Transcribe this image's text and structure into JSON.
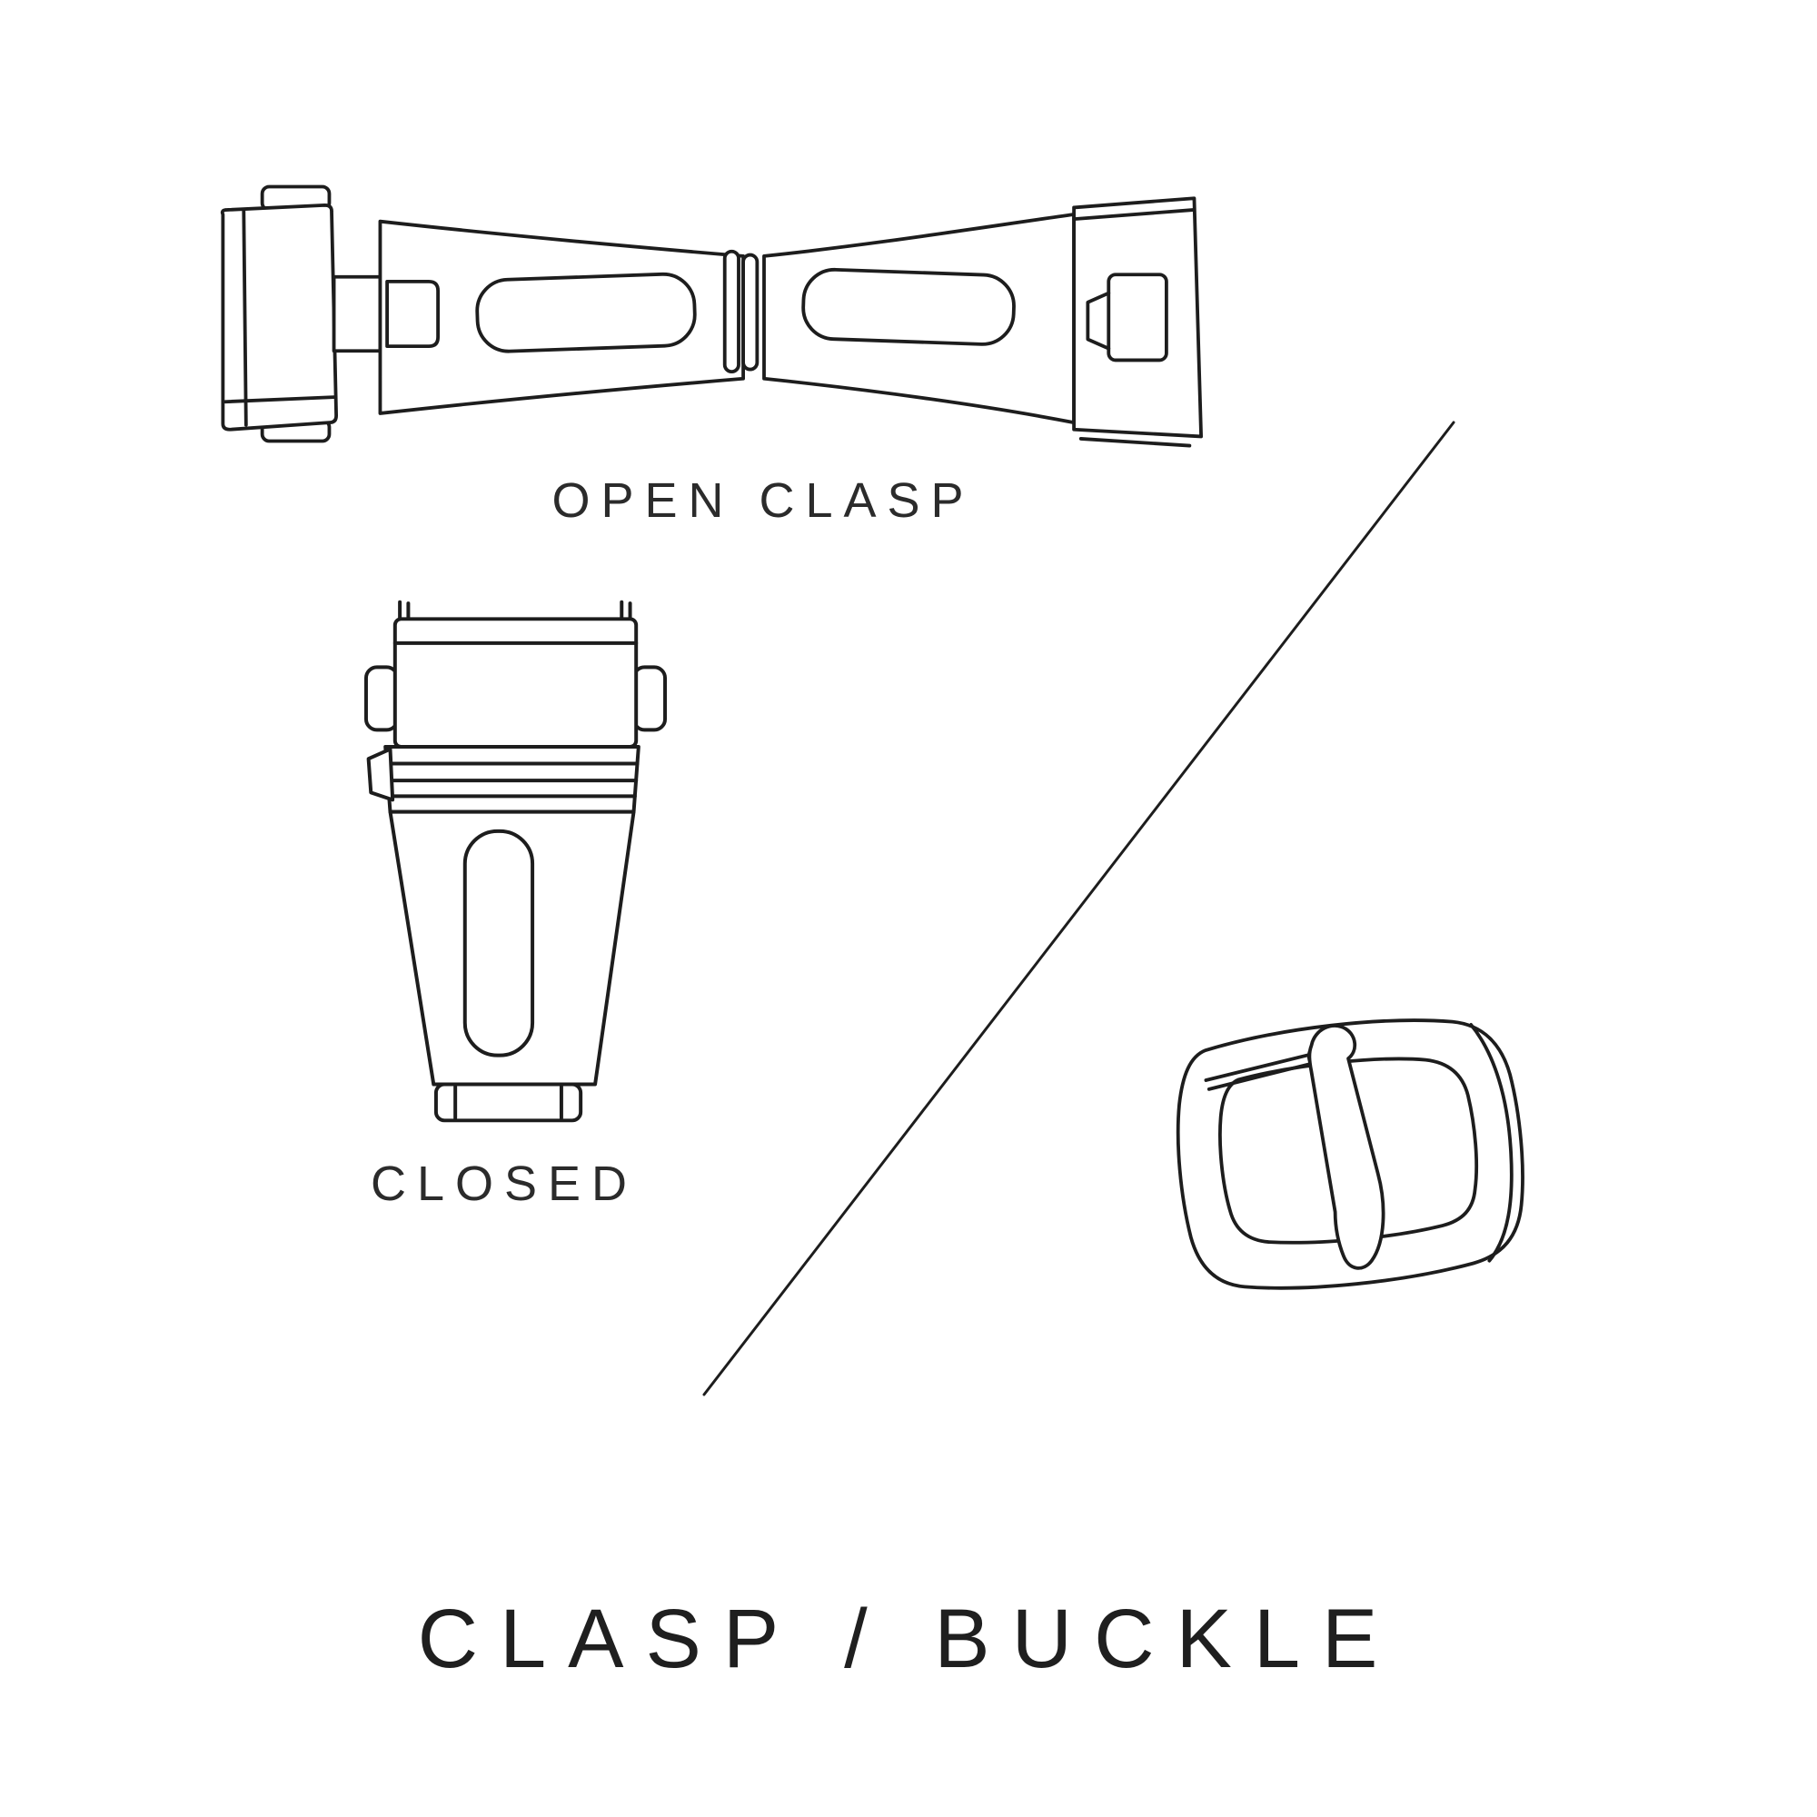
{
  "colors": {
    "background": "#ffffff",
    "line": "#1d1d1d",
    "text": "#2b2b2b"
  },
  "labels": {
    "open_clasp": "OPEN CLASP",
    "closed": "CLOSED",
    "title": "CLASP / BUCKLE"
  },
  "illustrations": {
    "open_clasp": "open-clasp-drawing",
    "closed_clasp": "closed-clasp-drawing",
    "tang_buckle": "tang-buckle-drawing",
    "divider": "diagonal-divider-line"
  }
}
